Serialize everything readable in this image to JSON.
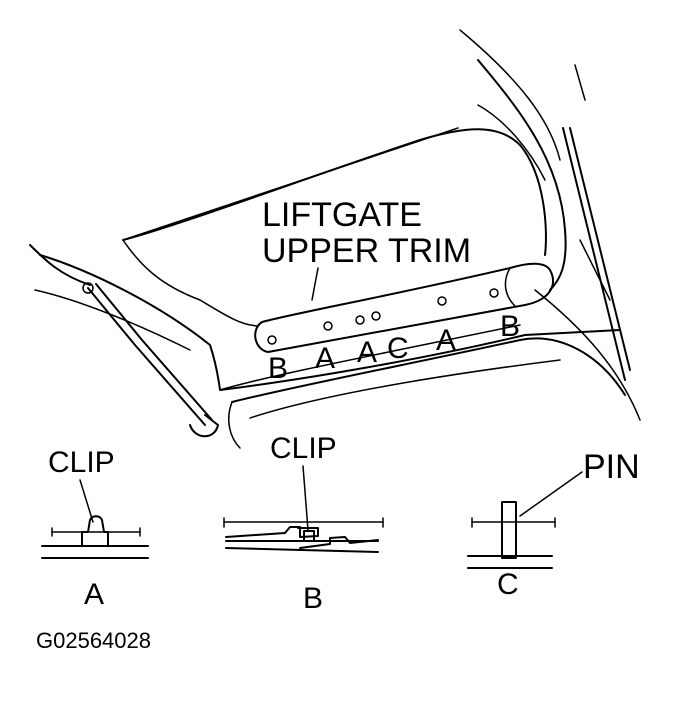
{
  "labels": {
    "title_line1": "LIFTGATE",
    "title_line2": "UPPER TRIM",
    "callout_b_left": "B",
    "callout_a1": "A",
    "callout_a2": "A",
    "callout_c": "C",
    "callout_a3": "A",
    "callout_b_right": "B",
    "clip_a": "CLIP",
    "clip_b": "CLIP",
    "pin": "PIN",
    "detail_a": "A",
    "detail_b": "B",
    "detail_c": "C",
    "figure_code": "G02564028"
  }
}
